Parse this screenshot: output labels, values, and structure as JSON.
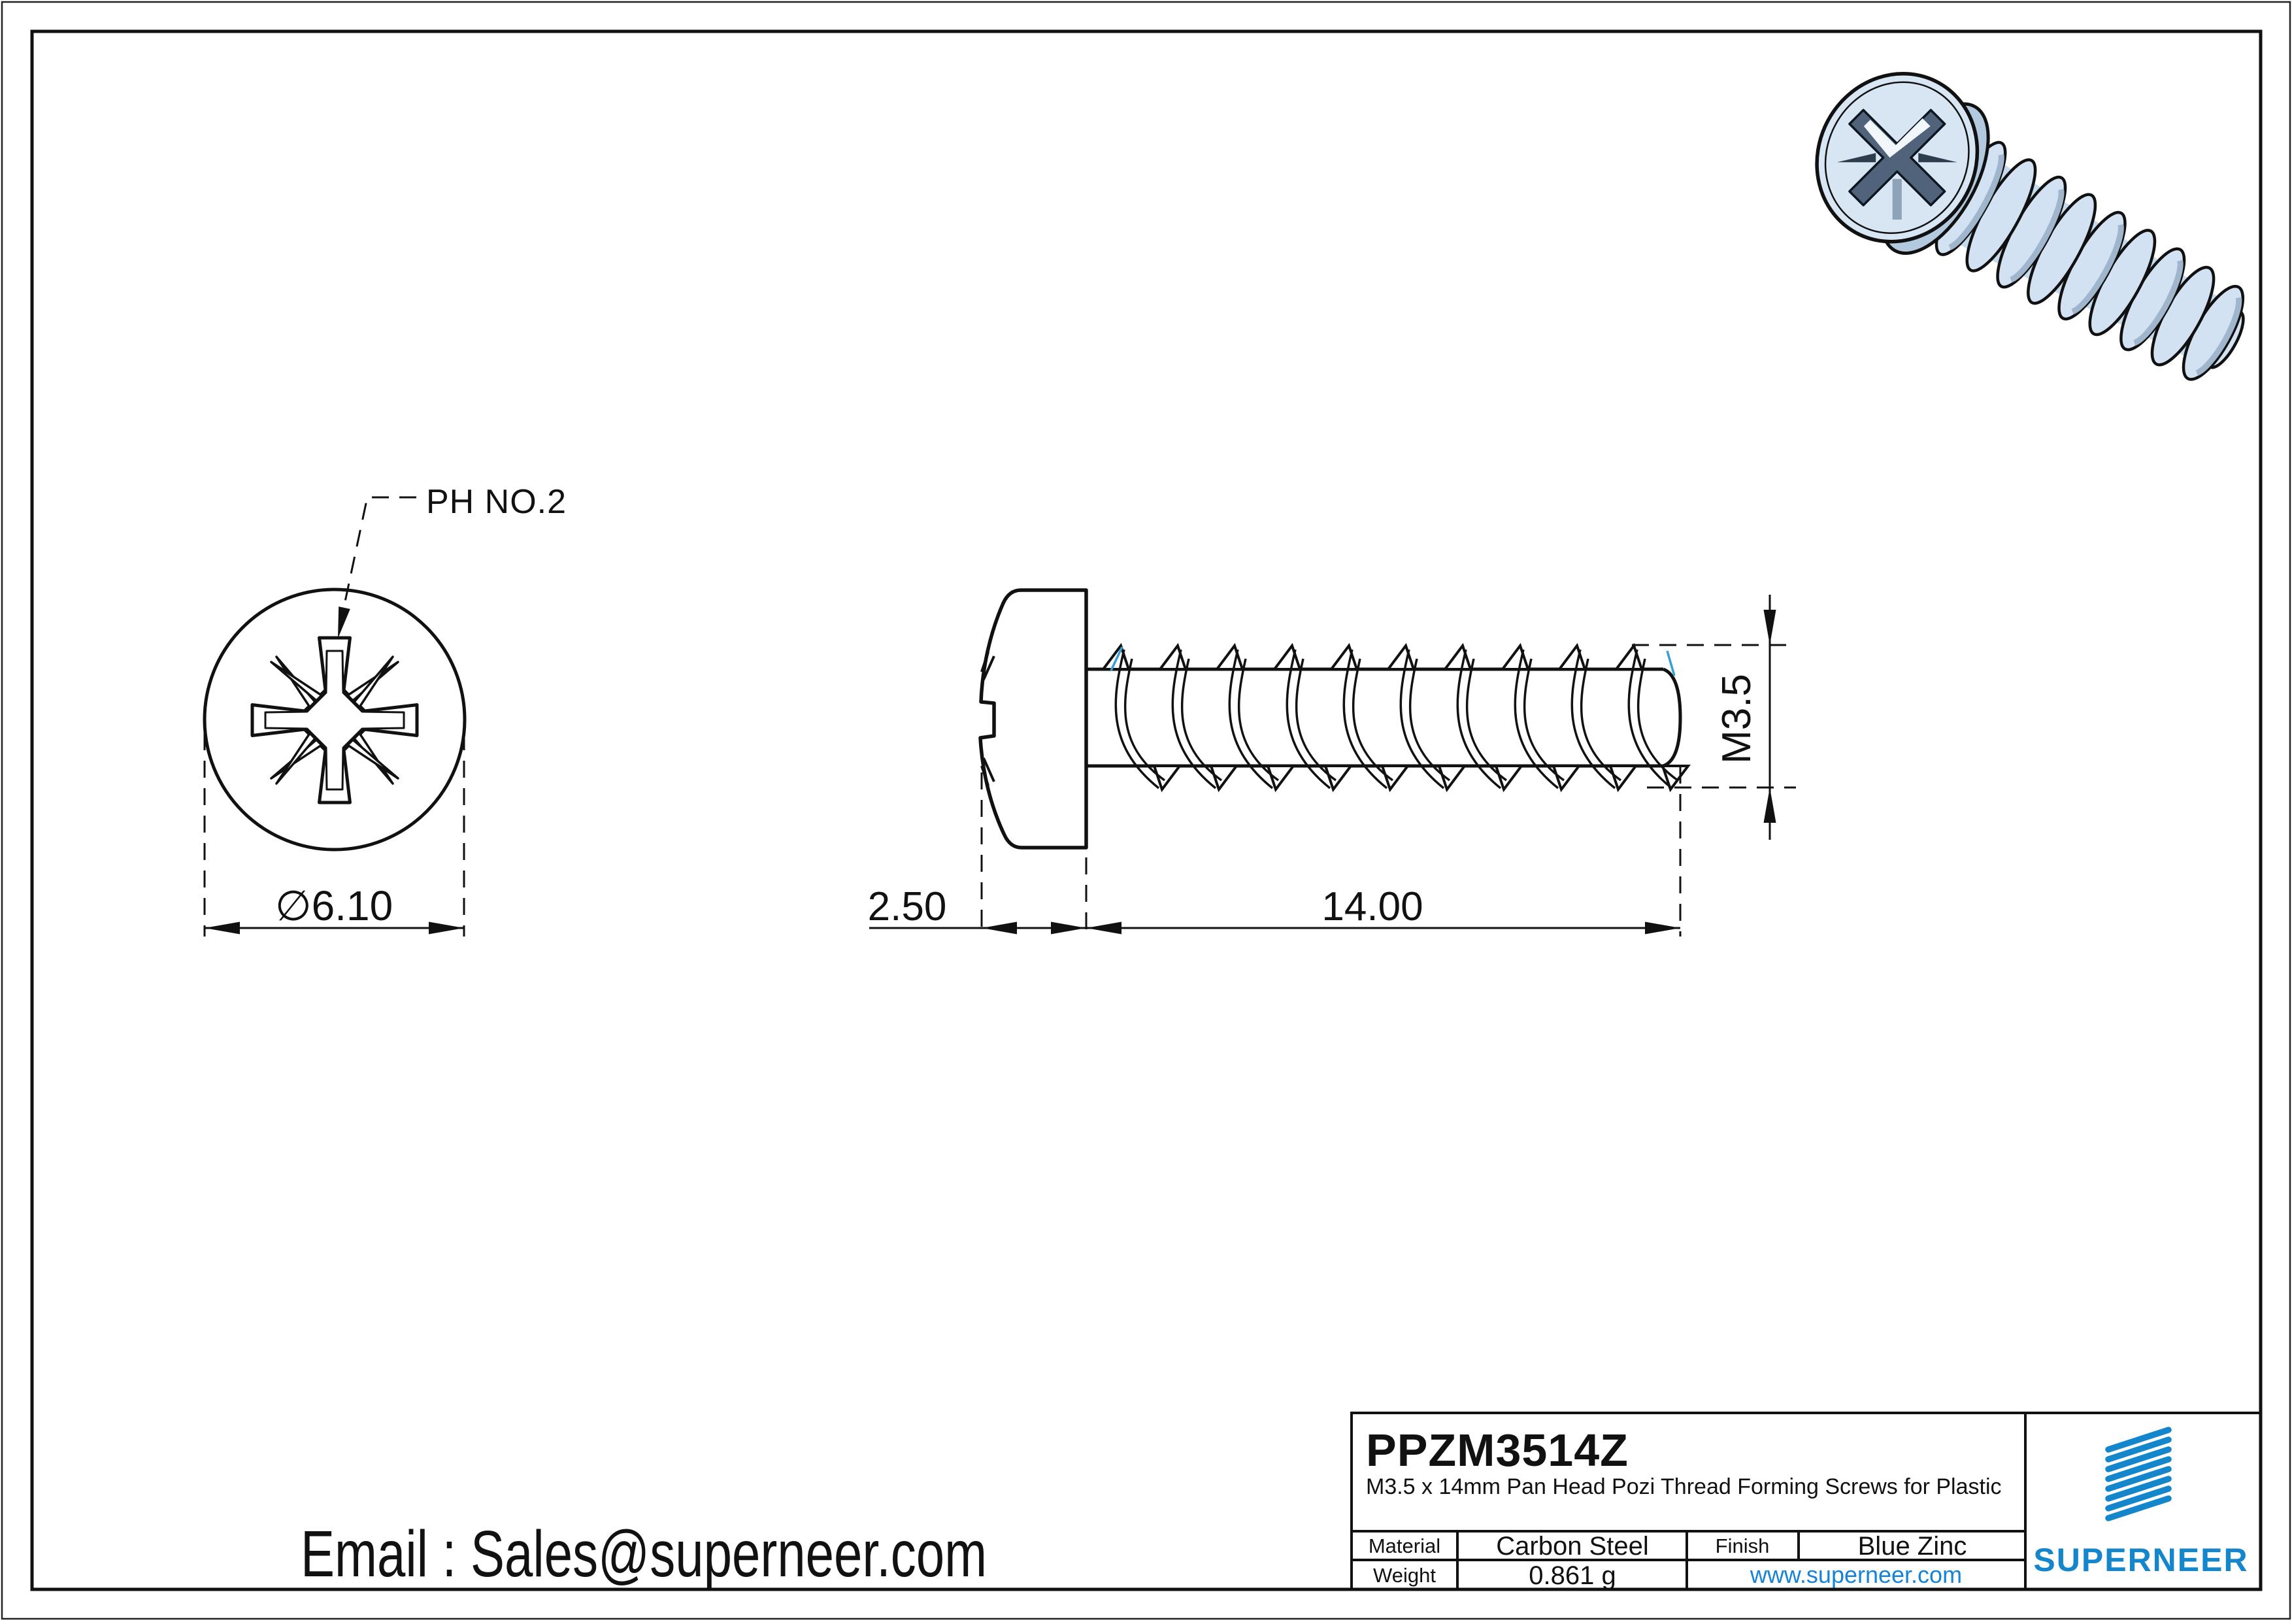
{
  "document": {
    "type": "technical-drawing-sheet"
  },
  "front_view": {
    "drive_label": "PH NO.2",
    "diameter_dim": "∅6.10"
  },
  "side_view": {
    "head_height_dim": "2.50",
    "length_dim": "14.00",
    "thread_dim": "M3.5"
  },
  "footer": {
    "email": "Email : Sales@superneer.com"
  },
  "title_block": {
    "part_number": "PPZM3514Z",
    "description": "M3.5 x 14mm Pan Head Pozi Thread Forming Screws for Plastic",
    "material_label": "Material",
    "material_value": "Carbon Steel",
    "finish_label": "Finish",
    "finish_value": "Blue Zinc",
    "weight_label": "Weight",
    "weight_value": "0.861 g",
    "website": "www.superneer.com",
    "brand": "SUPERNEER"
  },
  "colors": {
    "line": "#111111",
    "accent_blue": "#36a0d4",
    "logo_blue": "#1486cc",
    "link_blue": "#1583d8",
    "screw_body": "#d3e2f2",
    "screw_side": "#b3cade",
    "screw_shadow": "#9fb6cc",
    "recess_dark": "#51637a"
  }
}
